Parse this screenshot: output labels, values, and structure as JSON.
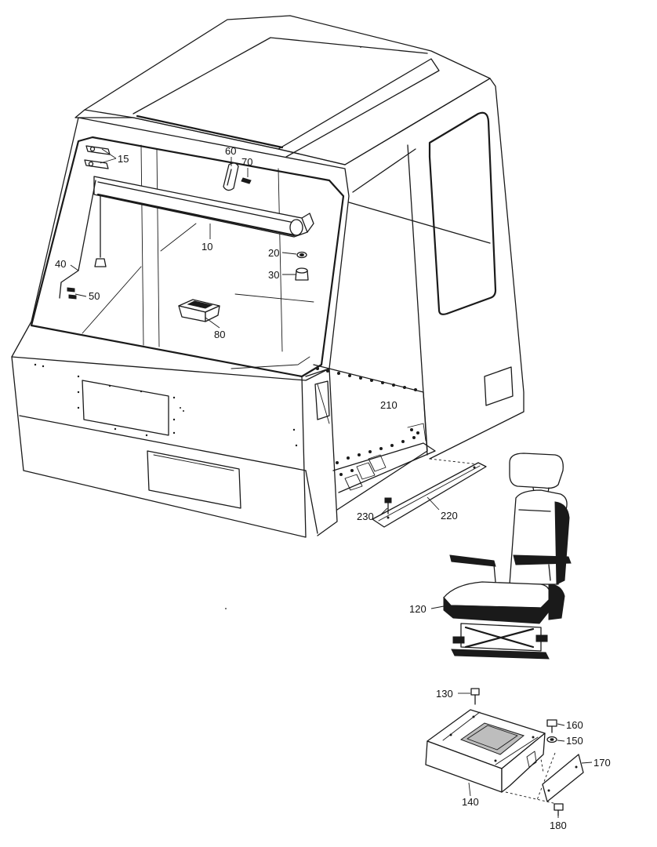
{
  "callouts": [
    {
      "id": "10",
      "text": "10"
    },
    {
      "id": "15",
      "text": "15"
    },
    {
      "id": "20",
      "text": "20"
    },
    {
      "id": "30",
      "text": "30"
    },
    {
      "id": "40",
      "text": "40"
    },
    {
      "id": "50",
      "text": "50"
    },
    {
      "id": "60",
      "text": "60"
    },
    {
      "id": "70",
      "text": "70"
    },
    {
      "id": "80",
      "text": "80"
    },
    {
      "id": "120",
      "text": "120"
    },
    {
      "id": "130",
      "text": "130"
    },
    {
      "id": "140",
      "text": "140"
    },
    {
      "id": "150",
      "text": "150"
    },
    {
      "id": "160",
      "text": "160"
    },
    {
      "id": "170",
      "text": "170"
    },
    {
      "id": "180",
      "text": "180"
    },
    {
      "id": "210",
      "text": "210"
    },
    {
      "id": "220",
      "text": "220"
    },
    {
      "id": "230",
      "text": "230"
    }
  ]
}
